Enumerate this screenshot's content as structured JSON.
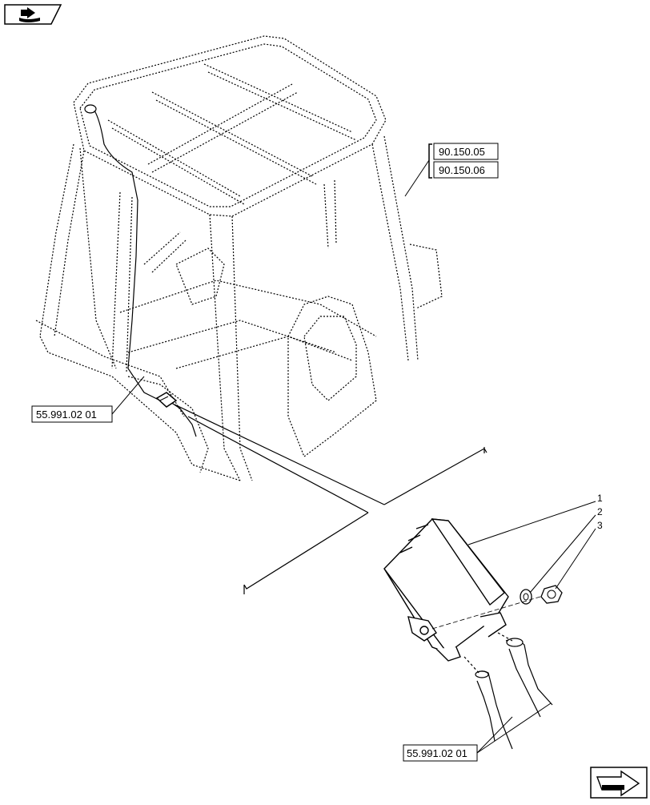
{
  "references": {
    "top_ref_1": "90.150.05",
    "top_ref_2": "90.150.06",
    "left_ref": "55.991.02 01",
    "bottom_ref": "55.991.02 01"
  },
  "callouts": [
    {
      "id": "1",
      "label": "1"
    },
    {
      "id": "2",
      "label": "2"
    },
    {
      "id": "3",
      "label": "3"
    }
  ],
  "icons": {
    "top_left": "book-arrow-icon",
    "bottom_right": "next-page-arrow-icon"
  },
  "colors": {
    "line": "#000000",
    "background": "#ffffff"
  }
}
